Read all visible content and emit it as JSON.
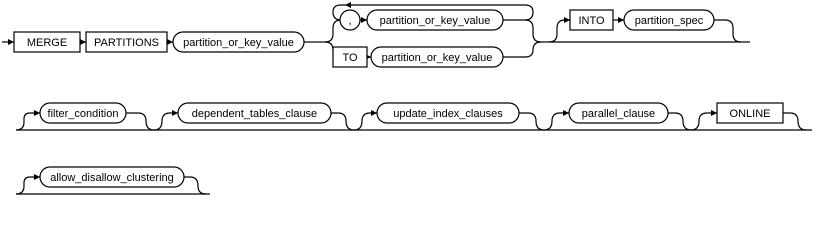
{
  "diagram": {
    "keywords": {
      "merge": "MERGE",
      "partitions": "PARTITIONS",
      "comma": ",",
      "to": "TO",
      "into": "INTO",
      "online": "ONLINE"
    },
    "nonterminals": {
      "partition_or_key_value": "partition_or_key_value",
      "partition_spec": "partition_spec",
      "filter_condition": "filter_condition",
      "dependent_tables_clause": "dependent_tables_clause",
      "update_index_clauses": "update_index_clauses",
      "parallel_clause": "parallel_clause",
      "allow_disallow_clustering": "allow_disallow_clustering"
    }
  }
}
